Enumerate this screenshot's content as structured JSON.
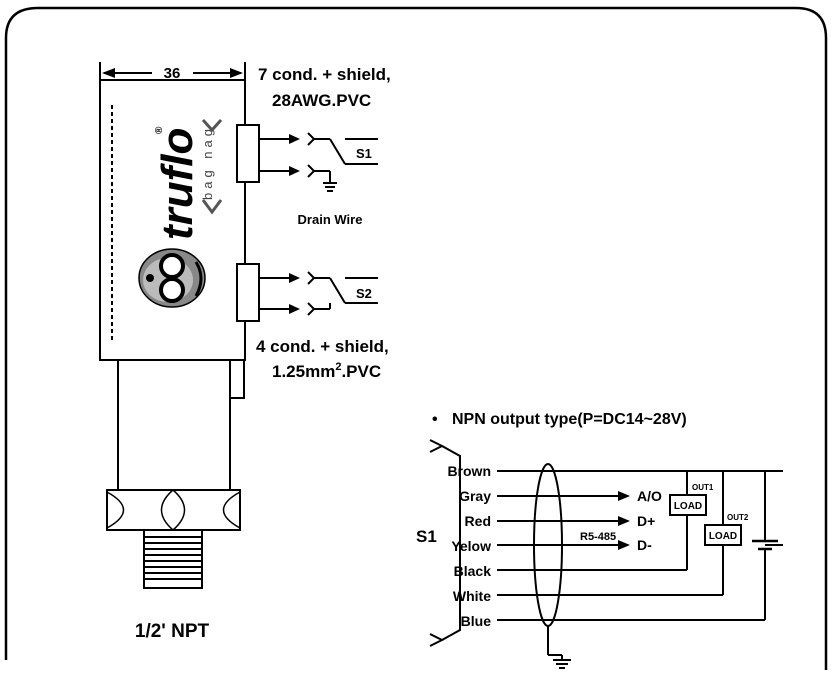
{
  "sensor": {
    "width_dimension": "36",
    "brand": "truflo",
    "brand_mark": "®",
    "brand_sub": "bag nag",
    "thread_label": "1/2' NPT"
  },
  "upper_cable": {
    "line1": "7 cond. + shield,",
    "line2": "28AWG.PVC",
    "switch_label": "S1",
    "drain_label": "Drain Wire"
  },
  "lower_cable": {
    "line1": "4 cond. + shield,",
    "line2_main": "1.25mm",
    "line2_sup": "2",
    "line2_tail": ".PVC",
    "switch_label": "S2"
  },
  "schematic": {
    "title": "NPN output type(P=DC14~28V)",
    "bullet": "•",
    "switch_label": "S1",
    "wires": [
      "Brown",
      "Gray",
      "Red",
      "Yelow",
      "Black",
      "White",
      "Blue"
    ],
    "outputs": [
      "A/O",
      "D+",
      "D-"
    ],
    "bus_label": "R5-485",
    "load_label": "LOAD",
    "out1_label": "OUT1",
    "out2_label": "OUT2"
  }
}
